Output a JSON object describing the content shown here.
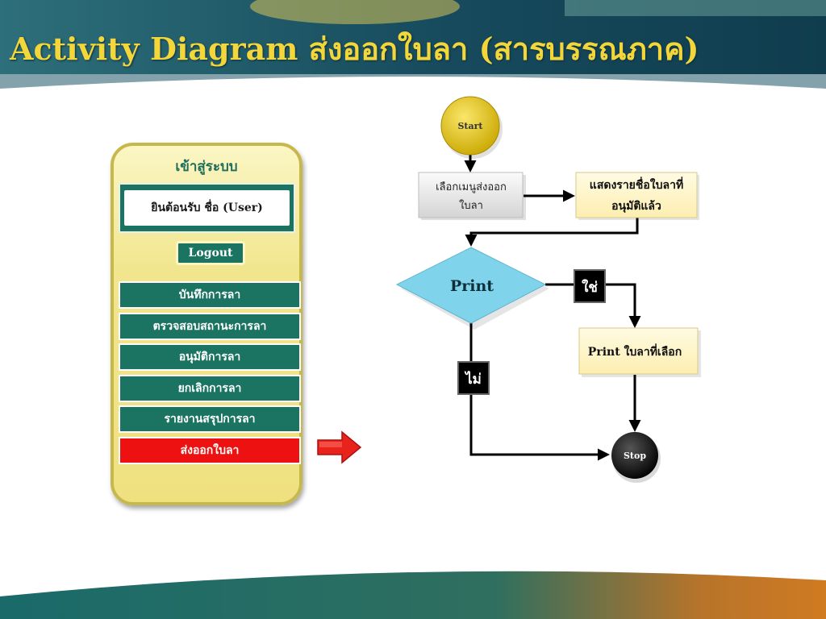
{
  "slide": {
    "title": "Activity Diagram ส่งออกใบลา (สารบรรณภาค)"
  },
  "menu": {
    "title": "เข้าสู่ระบบ",
    "welcome": "ยินต้อนรับ  ชื่อ (User)",
    "logout_label": "Logout",
    "items": [
      {
        "label": "บันทึกการลา"
      },
      {
        "label": "ตรวจสอบสถานะการลา"
      },
      {
        "label": "อนุมัติการลา"
      },
      {
        "label": "ยกเลิกการลา"
      },
      {
        "label": "รายงานสรุปการลา"
      },
      {
        "label": "ส่งออกใบลา"
      }
    ],
    "active_item": "ส่งออกใบลา"
  },
  "flowchart": {
    "start_label": "Start",
    "stop_label": "Stop",
    "step_select_line1": "เลือกเมนูส่งออก",
    "step_select_line2": "ใบลา",
    "step_show_line1": "แสดงรายชื่อใบลาที่",
    "step_show_line2": "อนุมัติแล้ว",
    "decision_label": "Print",
    "yes_label": "ใช่",
    "no_label": "ไม่",
    "step_print_label": "Print ใบลาที่เลือก"
  },
  "colors": {
    "teal": "#1b7462",
    "active_red": "#ee1111",
    "title_gold": "#f2d63a",
    "start_gold": "#e6c417",
    "decision_blue": "#7fd3ea",
    "note_yellow": "#fff6c2"
  }
}
